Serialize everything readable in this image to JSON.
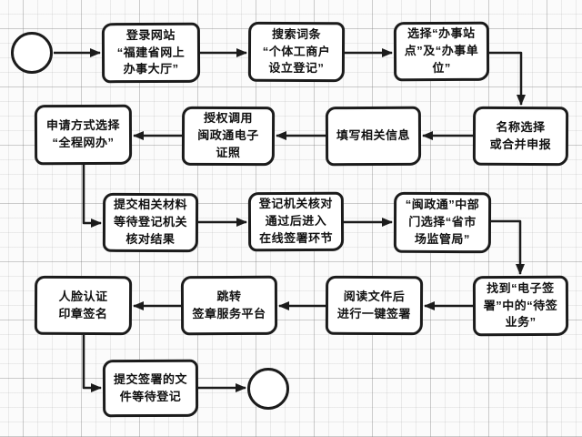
{
  "diagram_type": "flowchart",
  "colors": {
    "stroke": "#1b1b1b",
    "node_fill": "#ffffff",
    "background": "#fbfbfb",
    "grid_minor": "#e9e9e9",
    "grid_major": "#d6d6d6"
  },
  "nodes": [
    {
      "id": "start",
      "kind": "start-circle",
      "label": ""
    },
    {
      "id": "login-website",
      "kind": "process",
      "label": "登录网站\n“福建省网上\n办事大厅”"
    },
    {
      "id": "search-term",
      "kind": "process",
      "label": "搜索词条\n“个体工商户\n设立登记”"
    },
    {
      "id": "select-site",
      "kind": "process",
      "label": "选择“办事站\n点”及“办事单\n位”"
    },
    {
      "id": "name-selection",
      "kind": "process",
      "label": "名称选择\n或合并申报"
    },
    {
      "id": "fill-info",
      "kind": "process",
      "label": "填写相关信息"
    },
    {
      "id": "authorize-license",
      "kind": "process",
      "label": "授权调用\n闽政通电子\n证照"
    },
    {
      "id": "apply-method",
      "kind": "process",
      "label": "申请方式选择\n“全程网办”"
    },
    {
      "id": "submit-materials",
      "kind": "process",
      "label": "提交相关材料\n等待登记机关\n核对结果"
    },
    {
      "id": "review-pass",
      "kind": "process",
      "label": "登记机关核对\n通过后进入\n在线签署环节"
    },
    {
      "id": "minzhengtong-dept",
      "kind": "process",
      "label": "“闽政通”中部\n门选择“省市\n场监管局”"
    },
    {
      "id": "find-esign",
      "kind": "process",
      "label": "找到“电子签\n署”中的“待签\n业务”"
    },
    {
      "id": "read-sign",
      "kind": "process",
      "label": "阅读文件后\n进行一键签署"
    },
    {
      "id": "jump-platform",
      "kind": "process",
      "label": "跳转\n签章服务平台"
    },
    {
      "id": "face-auth",
      "kind": "process",
      "label": "人脸认证\n印章签名"
    },
    {
      "id": "submit-signed",
      "kind": "process",
      "label": "提交签署的文\n件等待登记"
    },
    {
      "id": "end",
      "kind": "end-circle",
      "label": ""
    }
  ],
  "edges": [
    {
      "from": "start",
      "to": "login-website"
    },
    {
      "from": "login-website",
      "to": "search-term"
    },
    {
      "from": "search-term",
      "to": "select-site"
    },
    {
      "from": "select-site",
      "to": "name-selection"
    },
    {
      "from": "name-selection",
      "to": "fill-info"
    },
    {
      "from": "fill-info",
      "to": "authorize-license"
    },
    {
      "from": "authorize-license",
      "to": "apply-method"
    },
    {
      "from": "apply-method",
      "to": "submit-materials"
    },
    {
      "from": "submit-materials",
      "to": "review-pass"
    },
    {
      "from": "review-pass",
      "to": "minzhengtong-dept"
    },
    {
      "from": "minzhengtong-dept",
      "to": "find-esign"
    },
    {
      "from": "find-esign",
      "to": "read-sign"
    },
    {
      "from": "read-sign",
      "to": "jump-platform"
    },
    {
      "from": "jump-platform",
      "to": "face-auth"
    },
    {
      "from": "face-auth",
      "to": "submit-signed"
    },
    {
      "from": "submit-signed",
      "to": "end"
    }
  ]
}
